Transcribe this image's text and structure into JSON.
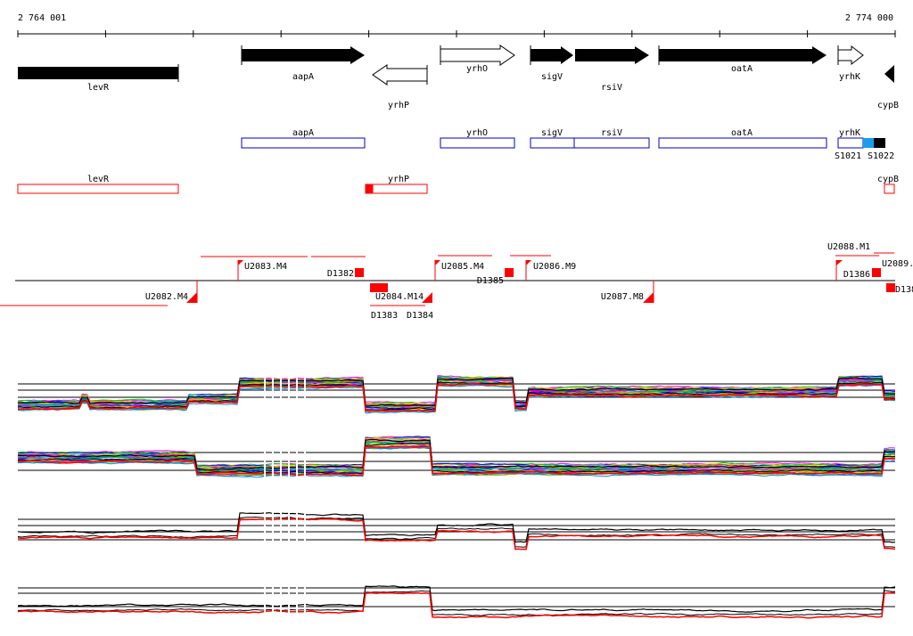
{
  "ruler": {
    "start_label": "2 764 001",
    "end_label": "2 774 000"
  },
  "genes": {
    "levR": "levR",
    "aapA": "aapA",
    "yrhP": "yrhP",
    "yrhO": "yrhO",
    "sigV": "sigV",
    "rsiV": "rsiV",
    "oatA": "oatA",
    "yrhK": "yrhK",
    "cypB": "cypB"
  },
  "transcripts_blue": {
    "aapA": "aapA",
    "yrhO": "yrhO",
    "sigV": "sigV",
    "rsiV": "rsiV",
    "oatA": "oatA",
    "yrhK": "yrhK",
    "S1021": "S1021",
    "S1022": "S1022"
  },
  "transcripts_red": {
    "levR": "levR",
    "yrhP": "yrhP",
    "cypB": "cypB"
  },
  "segments": {
    "U2082": "U2082.M4",
    "U2083": "U2083.M4",
    "D1382": "D1382",
    "U2084": "U2084.M14",
    "D1383": "D1383",
    "D1384": "D1384",
    "U2085": "U2085.M4",
    "D1385": "D1385",
    "U2086": "U2086.M9",
    "U2087": "U2087.M8",
    "U2088": "U2088.M1",
    "U2089": "U2089.",
    "D1386": "D1386",
    "D1387": "D138"
  },
  "colors": {
    "gene": "#000000",
    "transcript_blue": "#0000cc",
    "transcript_red": "#ff0000",
    "sigma_blue": "#1a9cf0"
  }
}
